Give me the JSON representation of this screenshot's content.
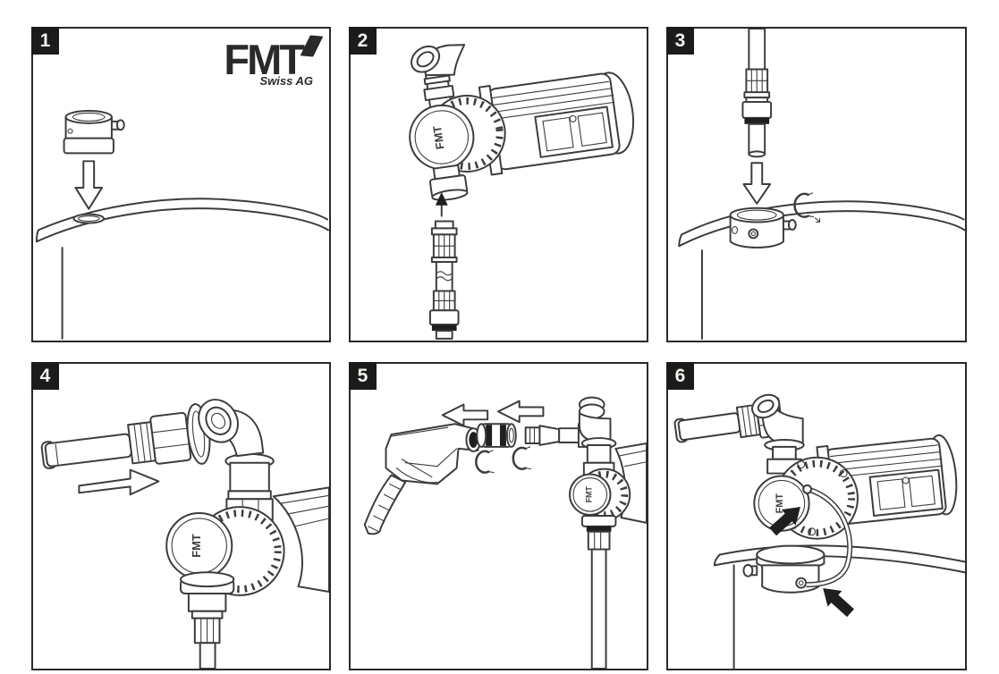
{
  "page": {
    "background": "#ffffff",
    "line_color": "#3c3c3c",
    "badge_color": "#1b1b1b"
  },
  "brand": {
    "name": "FMT",
    "subtitle": "Swiss AG",
    "color": "#2b2a29"
  },
  "panels": [
    {
      "number": "1",
      "illustration": "bung-adapter-lowered-onto-drum-opening"
    },
    {
      "number": "2",
      "illustration": "suction-tube-attached-to-pump-inlet"
    },
    {
      "number": "3",
      "illustration": "suction-tube-inserted-into-bung-adapter-on-drum"
    },
    {
      "number": "4",
      "illustration": "hose-fitting-pushed-onto-pump-outlet-elbow"
    },
    {
      "number": "5",
      "illustration": "swivel-coupling-and-clips-between-nozzle-and-hose"
    },
    {
      "number": "6",
      "illustration": "pump-mounted-on-drum-with-ground-cable-attached"
    }
  ]
}
